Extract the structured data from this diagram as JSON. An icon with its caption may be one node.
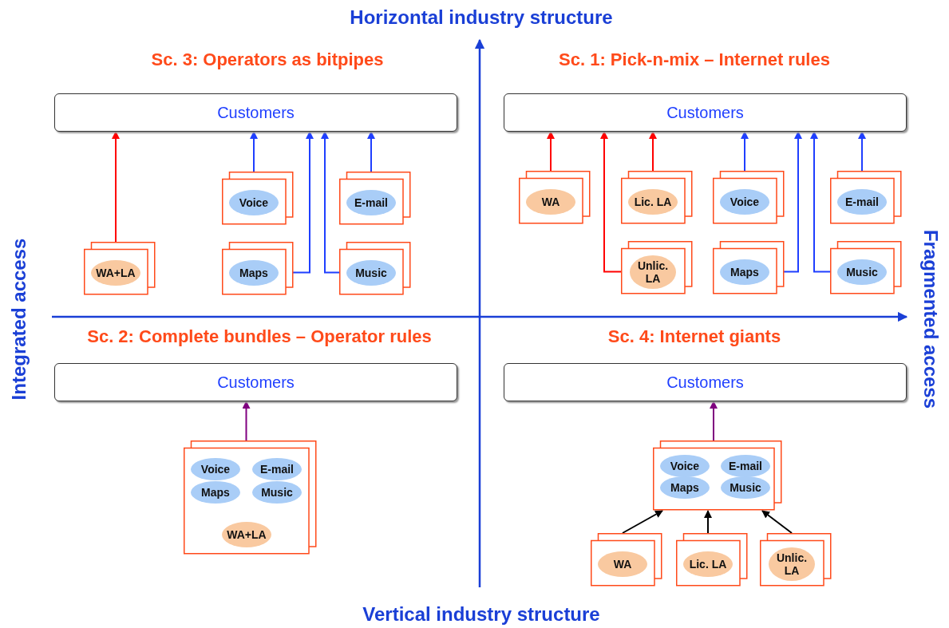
{
  "diagram": {
    "nodes": [
      {
        "text": [
          "Customers"
        ]
      },
      {
        "text": [],
        "shape": "box"
      },
      {
        "text": [
          "Voice"
        ],
        "in": 1
      },
      {
        "text": [],
        "shape": "box"
      },
      {
        "text": [
          "E-mail"
        ],
        "in": 3
      },
      {
        "text": [],
        "shape": "box"
      },
      {
        "text": [
          "WA+LA"
        ],
        "in": 5
      },
      {
        "text": [],
        "shape": "box"
      },
      {
        "text": [
          "Maps"
        ],
        "in": 7
      },
      {
        "text": [],
        "shape": "box"
      },
      {
        "text": [
          "Music"
        ],
        "in": 9
      },
      {
        "text": [
          "Customers"
        ]
      },
      {
        "text": [],
        "shape": "box"
      },
      {
        "text": [
          "WA"
        ],
        "in": 12
      },
      {
        "text": [],
        "shape": "box"
      },
      {
        "text": [
          "Lic. LA"
        ],
        "in": 14
      },
      {
        "text": [],
        "shape": "box"
      },
      {
        "text": [
          "Voice"
        ],
        "in": 16
      },
      {
        "text": [],
        "shape": "box"
      },
      {
        "text": [
          "E-mail"
        ],
        "in": 18
      },
      {
        "text": [],
        "shape": "box"
      },
      {
        "text": [
          "Unlic. LA"
        ],
        "in": 20
      },
      {
        "text": [],
        "shape": "box"
      },
      {
        "text": [
          "Maps"
        ],
        "in": 22
      },
      {
        "text": [],
        "shape": "box"
      },
      {
        "text": [
          "Music"
        ],
        "in": 24
      },
      {
        "text": [
          "Customers"
        ]
      },
      {
        "text": [],
        "shape": "box"
      },
      {
        "text": [
          "Voice"
        ],
        "in": 27
      },
      {
        "text": [
          "E-mail"
        ],
        "in": 27
      },
      {
        "text": [
          "Maps"
        ],
        "in": 27
      },
      {
        "text": [
          "Music"
        ],
        "in": 27
      },
      {
        "text": [
          "WA+LA"
        ],
        "in": 27
      },
      {
        "text": [
          "Customers"
        ]
      },
      {
        "text": [],
        "shape": "box"
      },
      {
        "text": [
          "Voice"
        ],
        "in": 34
      },
      {
        "text": [
          "E-mail"
        ],
        "in": 34
      },
      {
        "text": [
          "Maps"
        ],
        "in": 34
      },
      {
        "text": [
          "Music"
        ],
        "in": 34
      },
      {
        "text": [],
        "shape": "box"
      },
      {
        "text": [
          "WA"
        ],
        "in": 39
      },
      {
        "text": [],
        "shape": "box"
      },
      {
        "text": [
          "Lic. LA"
        ],
        "in": 41
      },
      {
        "text": [],
        "shape": "box"
      },
      {
        "text": [
          "Unlic. LA"
        ],
        "in": 43
      }
    ],
    "edges": [
      {
        "from": 5,
        "to": 0,
        "arrow": "to",
        "color": "#ff0000"
      },
      {
        "from": 1,
        "to": 0,
        "arrow": "to"
      },
      {
        "from": 7,
        "to": 0,
        "arrow": "to"
      },
      {
        "from": 9,
        "to": 0,
        "arrow": "to"
      },
      {
        "from": 3,
        "to": 0,
        "arrow": "to"
      },
      {
        "from": 12,
        "to": 11,
        "arrow": "to",
        "color": "#ff0000"
      },
      {
        "from": 20,
        "to": 11,
        "arrow": "to",
        "color": "#ff0000"
      },
      {
        "from": 14,
        "to": 11,
        "arrow": "to",
        "color": "#ff0000"
      },
      {
        "from": 16,
        "to": 11,
        "arrow": "to"
      },
      {
        "from": 22,
        "to": 11,
        "arrow": "to"
      },
      {
        "from": 24,
        "to": 11,
        "arrow": "to"
      },
      {
        "from": 18,
        "to": 11,
        "arrow": "to"
      },
      {
        "from": 27,
        "to": 26,
        "arrow": "to",
        "color": "#800080"
      },
      {
        "from": 34,
        "to": 33,
        "arrow": "to",
        "color": "#800080"
      },
      {
        "from": 39,
        "to": 34,
        "arrow": "to",
        "color": "#000000"
      },
      {
        "from": 41,
        "to": 34,
        "arrow": "to",
        "color": "#000000"
      },
      {
        "from": 43,
        "to": 34,
        "arrow": "to",
        "color": "#000000"
      }
    ],
    "labels": [
      "Horizontal industry structure",
      "Sc. 3: Operators as bitpipes",
      "Sc. 1: Pick-n-mix – Internet rules",
      "Integrated access",
      "Fragmented access",
      "Sc. 2: Complete bundles – Operator rules",
      "Sc. 4: Internet giants",
      "Vertical industry structure"
    ]
  }
}
